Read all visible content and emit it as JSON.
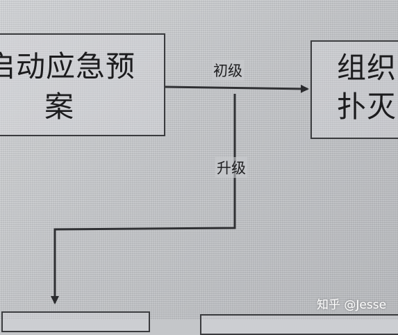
{
  "nodes": {
    "launch_plan": {
      "line1": "启动应急预",
      "line2": "案"
    },
    "organize": {
      "line1": "组织",
      "line2": "扑灭"
    }
  },
  "edges": {
    "initial": {
      "label": "初级"
    },
    "upgrade": {
      "label": "升级"
    }
  },
  "watermark": {
    "text": "知乎 @Jesse"
  }
}
